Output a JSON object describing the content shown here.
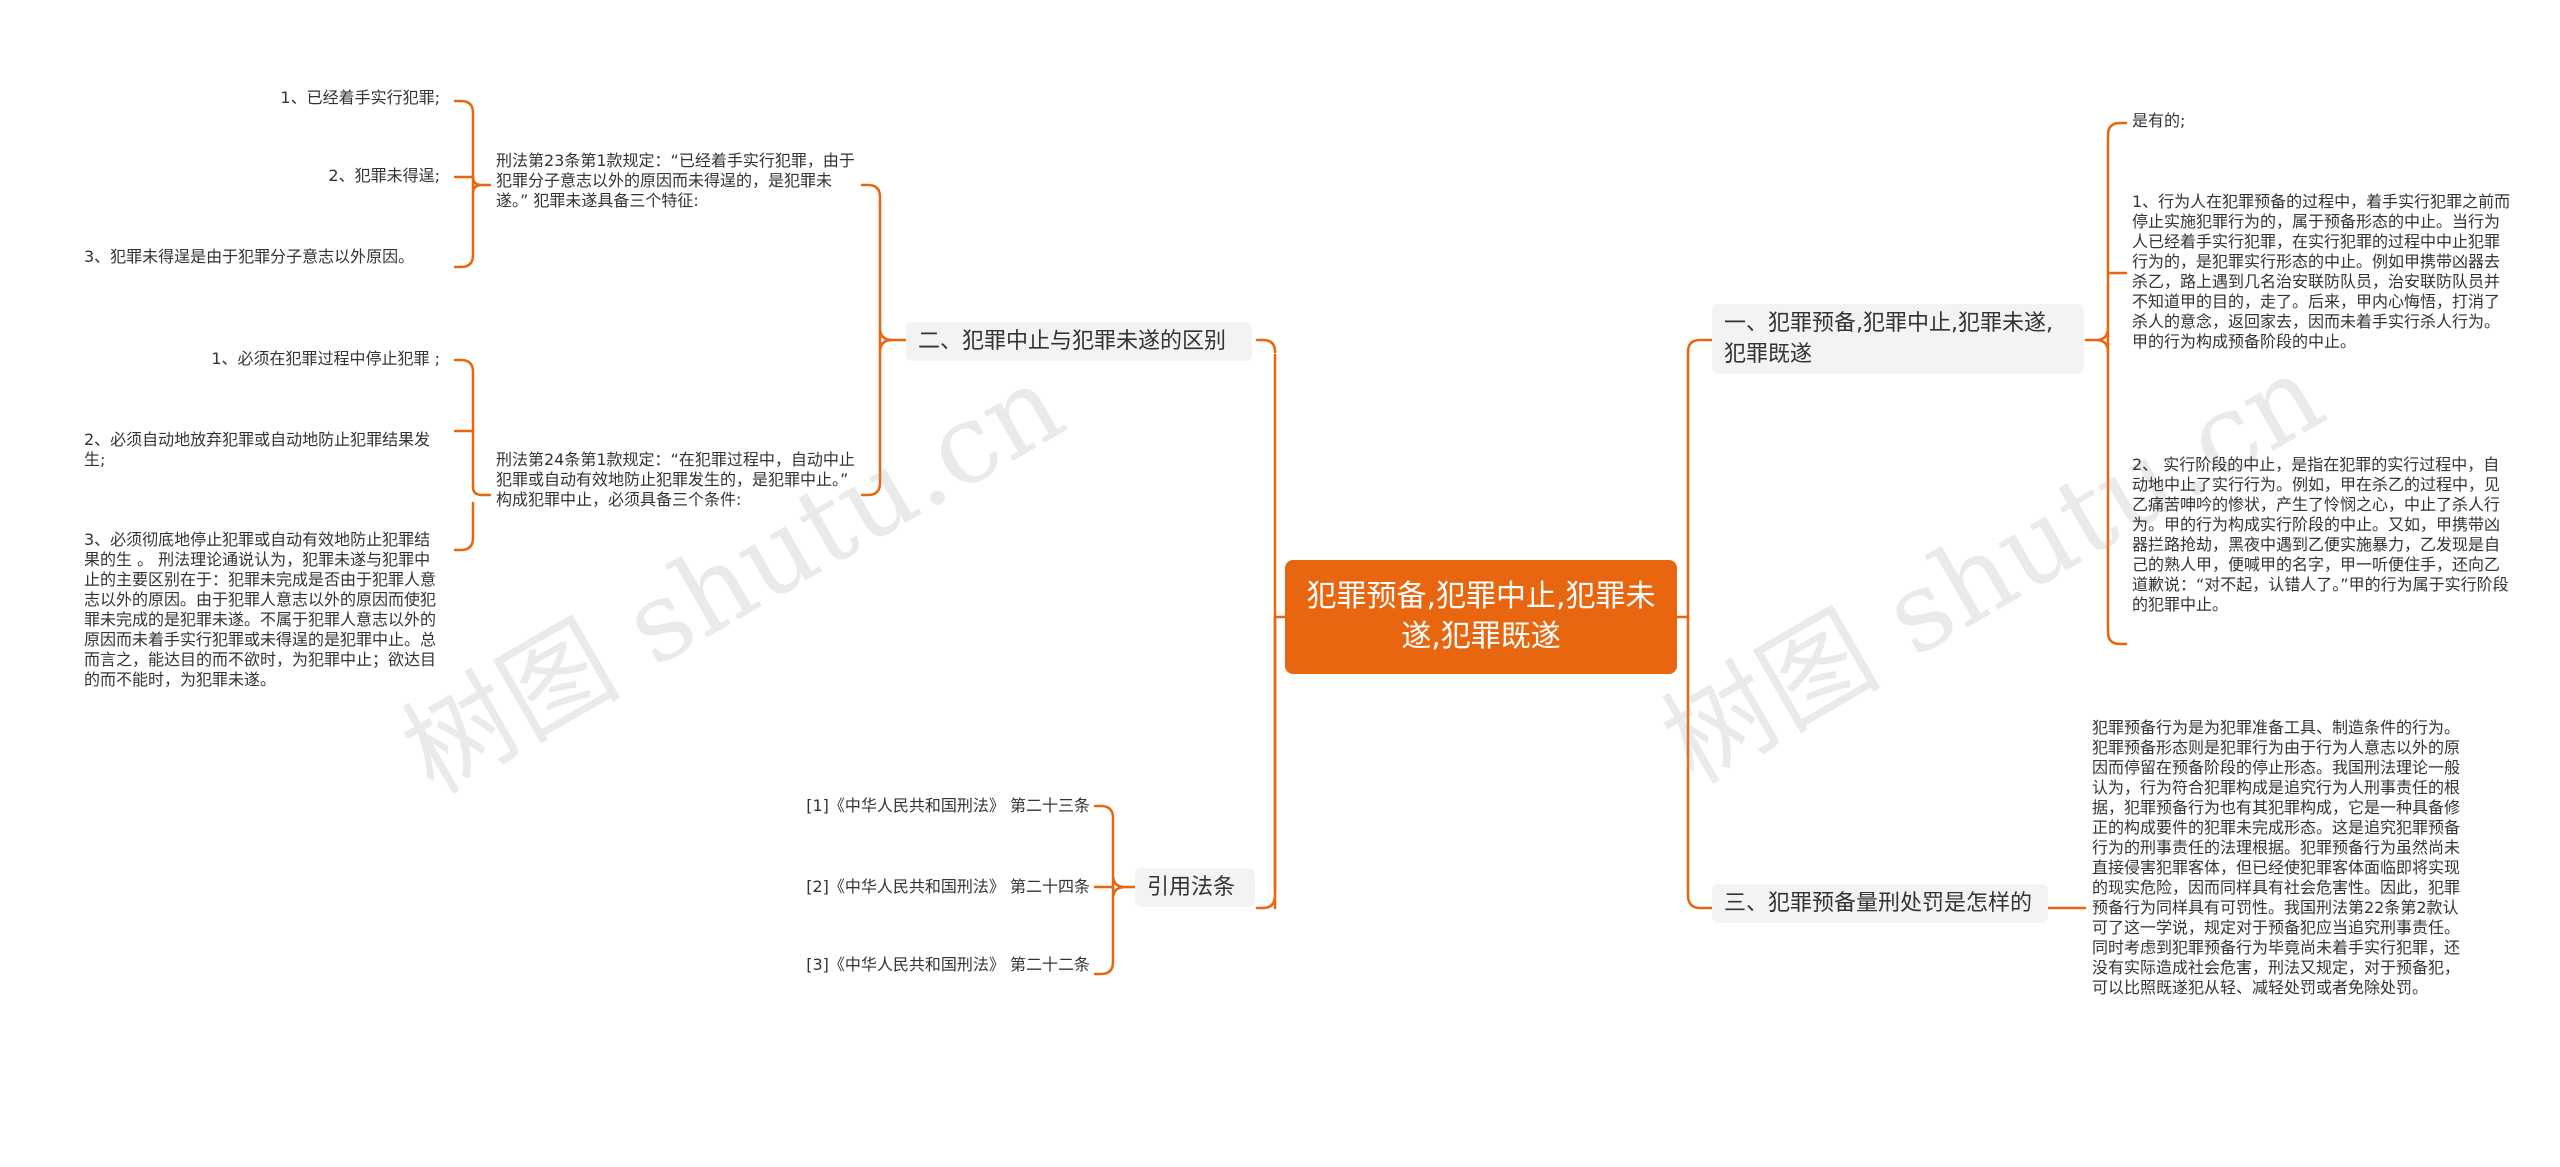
{
  "colors": {
    "root_bg": "#e8660f",
    "connector": "#e8660f",
    "branch_bg": "#f1f3f5",
    "text": "#333333"
  },
  "root": {
    "label": "犯罪预备,犯罪中止,犯罪未遂,犯罪既遂"
  },
  "watermark": {
    "text": "树图 shutu.cn"
  },
  "branch1": {
    "label": "一、犯罪预备,犯罪中止,犯罪未遂,犯罪既遂",
    "children": [
      "是有的;",
      "1、行为人在犯罪预备的过程中，着手实行犯罪之前而停止实施犯罪行为的，属于预备形态的中止。当行为人已经着手实行犯罪，在实行犯罪的过程中中止犯罪行为的，是犯罪实行形态的中止。例如甲携带凶器去杀乙，路上遇到几名治安联防队员，治安联防队员并不知道甲的目的，走了。后来，甲内心悔悟，打消了杀人的意念，返回家去，因而未着手实行杀人行为。甲的行为构成预备阶段的中止。",
      "2、 实行阶段的中止，是指在犯罪的实行过程中，自动地中止了实行行为。例如，甲在杀乙的过程中，见乙痛苦呻吟的惨状，产生了怜悯之心，中止了杀人行为。甲的行为构成实行阶段的中止。又如，甲携带凶器拦路抢劫，黑夜中遇到乙便实施暴力，乙发现是自己的熟人甲，便喊甲的名字，甲一听便住手，还向乙道歉说：“对不起，认错人了。”甲的行为属于实行阶段的犯罪中止。"
    ]
  },
  "branch2": {
    "label": "二、犯罪中止与犯罪未遂的区别",
    "sub1": {
      "label": "刑法第23条第1款规定：“已经着手实行犯罪，由于犯罪分子意志以外的原因而未得逞的，是犯罪未遂。” 犯罪未遂具备三个特征:",
      "children": [
        "1、已经着手实行犯罪;",
        "2、犯罪未得逞;",
        "3、犯罪未得逞是由于犯罪分子意志以外原因。"
      ]
    },
    "sub2": {
      "label": "刑法第24条第1款规定：“在犯罪过程中，自动中止犯罪或自动有效地防止犯罪发生的，是犯罪中止。” 构成犯罪中止，必须具备三个条件:",
      "children": [
        "1、必须在犯罪过程中停止犯罪 ;",
        "2、必须自动地放弃犯罪或自动地防止犯罪结果发生;",
        "3、必须彻底地停止犯罪或自动有效地防止犯罪结果的生 。 刑法理论通说认为，犯罪未遂与犯罪中止的主要区别在于：犯罪未完成是否由于犯罪人意志以外的原因。由于犯罪人意志以外的原因而使犯罪未完成的是犯罪未遂。不属于犯罪人意志以外的原因而未着手实行犯罪或未得逞的是犯罪中止。总而言之，能达目的而不欲时，为犯罪中止；欲达目的而不能时，为犯罪未遂。"
      ]
    }
  },
  "branch3": {
    "label": "三、犯罪预备量刑处罚是怎样的",
    "children": [
      "犯罪预备行为是为犯罪准备工具、制造条件的行为。犯罪预备形态则是犯罪行为由于行为人意志以外的原因而停留在预备阶段的停止形态。我国刑法理论一般认为，行为符合犯罪构成是追究行为人刑事责任的根据，犯罪预备行为也有其犯罪构成，它是一种具备修正的构成要件的犯罪未完成形态。这是追究犯罪预备行为的刑事责任的法理根据。犯罪预备行为虽然尚未直接侵害犯罪客体，但已经使犯罪客体面临即将实现的现实危险，因而同样具有社会危害性。因此，犯罪预备行为同样具有可罚性。我国刑法第22条第2款认可了这一学说，规定对于预备犯应当追究刑事责任。同时考虑到犯罪预备行为毕竟尚未着手实行犯罪，还没有实际造成社会危害，刑法又规定，对于预备犯，可以比照既遂犯从轻、减轻处罚或者免除处罚。"
    ]
  },
  "branch4": {
    "label": "引用法条",
    "children": [
      "[1]《中华人民共和国刑法》 第二十三条",
      "[2]《中华人民共和国刑法》 第二十四条",
      "[3]《中华人民共和国刑法》 第二十二条"
    ]
  }
}
